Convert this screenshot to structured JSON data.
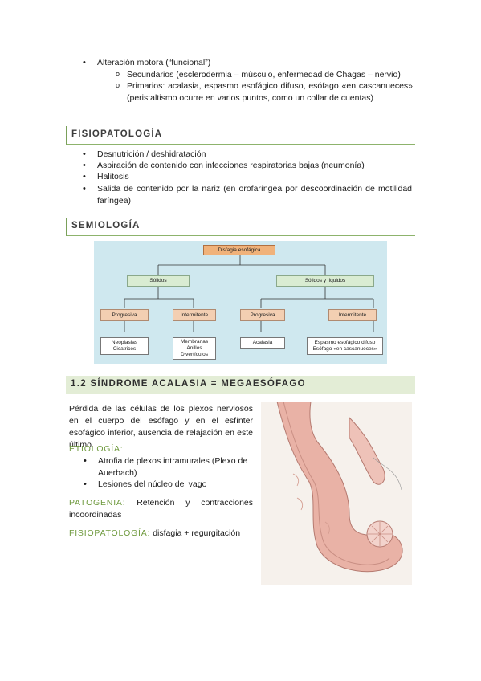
{
  "motor": {
    "bullet": "Alteración motora (“funcional”)",
    "secundarios": "Secundarios (esclerodermia – músculo, enfermedad de Chagas – nervio)",
    "primarios": "Primarios: acalasia, espasmo esofágico difuso, esófago «en cascanueces» (peristaltismo ocurre en varios puntos, como un collar de cuentas)"
  },
  "fisiopatologia": {
    "title": "FISIOPATOLOGÍA",
    "items": [
      "Desnutrición / deshidratación",
      "Aspiración de contenido con infecciones respiratorias bajas (neumonía)",
      "Halitosis",
      "Salida de contenido por la nariz (en orofaríngea por descoordinación de motilidad faríngea)"
    ]
  },
  "semiologia": {
    "title": "SEMIOLOGÍA",
    "diagram": {
      "root": "Disfagia esofágica",
      "cat_left": "Sólidos",
      "cat_right": "Sólidos y líquidos",
      "ll": "Progresiva",
      "lr": "Intermitente",
      "rl": "Progresiva",
      "rr": "Intermitente",
      "leaf1": [
        "Neoplasias",
        "Cicatrices"
      ],
      "leaf2": [
        "Membranas",
        "Anillos",
        "Divertículos"
      ],
      "leaf3": [
        "Acalasia"
      ],
      "leaf4": [
        "Espasmo esofágico difuso",
        "Esófago «en cascanueces»"
      ]
    }
  },
  "acalasia": {
    "title": "1.2 SÍNDROME ACALASIA = MEGAESÓFAGO",
    "intro": "Pérdida de las células de los plexos nerviosos en el cuerpo del esófago y en el esfínter esofágico inferior, ausencia de relajación en este último.",
    "etiologia_label": "ETIOLOGÍA:",
    "etiologia_items": [
      "Atrofia de plexos intramurales (Plexo de Auerbach)",
      "Lesiones del núcleo del vago"
    ],
    "patogenia_label": "PATOGENIA:",
    "patogenia_text": "Retención y contracciones incoordinadas",
    "fisio_label": "FISIOPATOLOGÍA:",
    "fisio_text": "disfagia + regurgitación"
  }
}
